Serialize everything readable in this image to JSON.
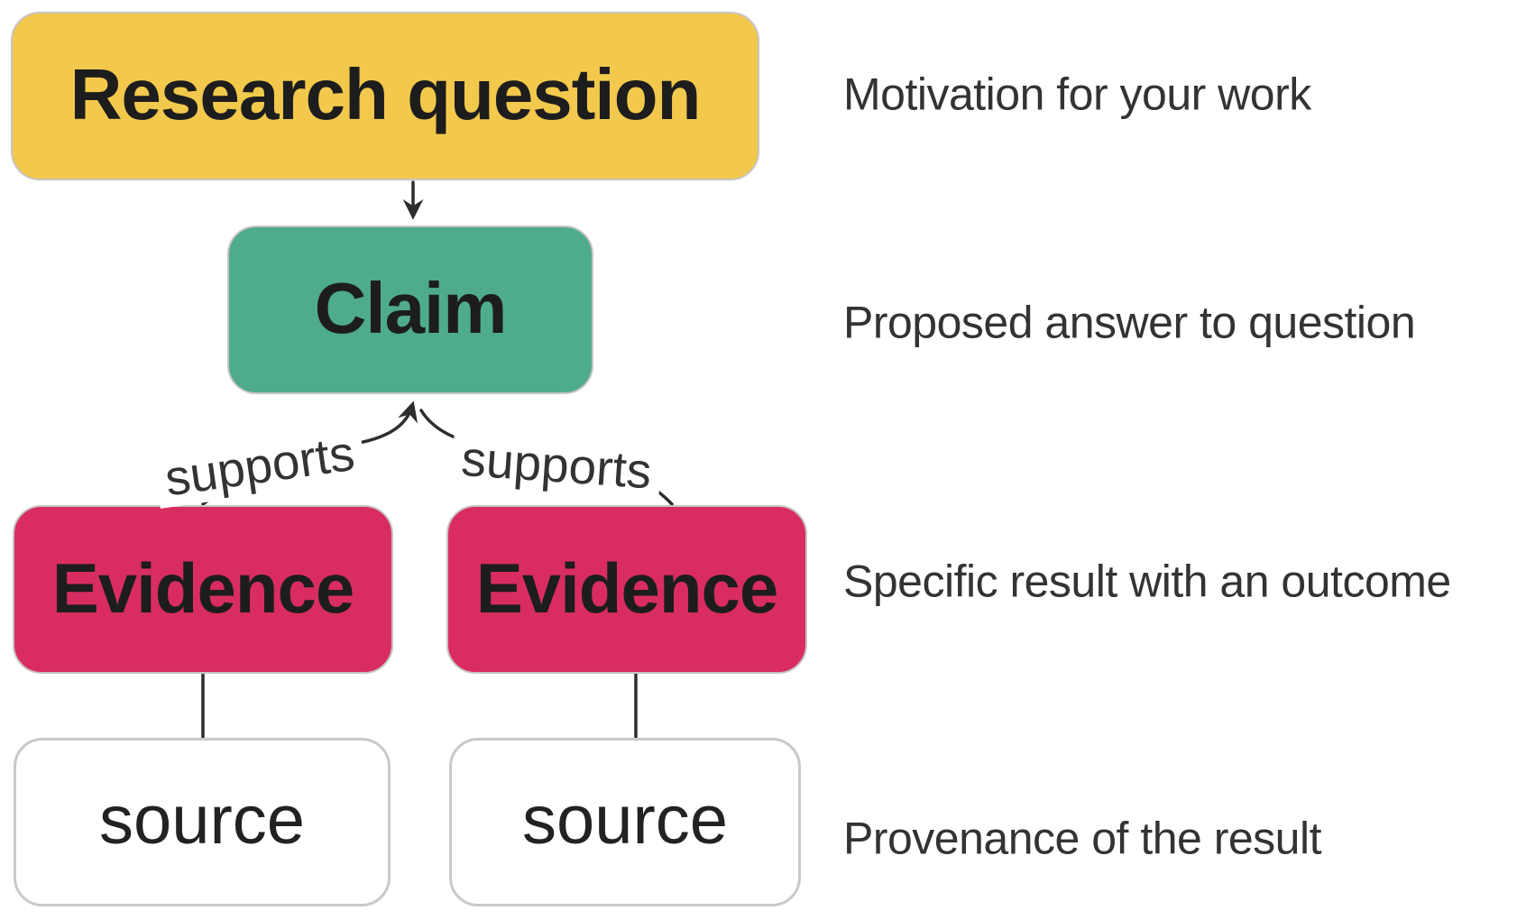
{
  "diagram": {
    "nodes": {
      "research_question": {
        "label": "Research question",
        "fill": "#F2C94C",
        "text_color": "#1d1d1d"
      },
      "claim": {
        "label": "Claim",
        "fill": "#4FAB8D",
        "text_color": "#1d1d1d"
      },
      "evidence_left": {
        "label": "Evidence",
        "fill": "#D92D61",
        "text_color": "#1f1f1f"
      },
      "evidence_right": {
        "label": "Evidence",
        "fill": "#D92D61",
        "text_color": "#1f1f1f"
      },
      "source_left": {
        "label": "source",
        "fill": "#FFFFFF",
        "text_color": "#222222"
      },
      "source_right": {
        "label": "source",
        "fill": "#FFFFFF",
        "text_color": "#222222"
      }
    },
    "edge_labels": {
      "supports_left": "supports",
      "supports_right": "supports"
    },
    "line_color": "#2d2d2d"
  },
  "annotations": [
    {
      "text": "Motivation for your work"
    },
    {
      "text": "Proposed answer to question"
    },
    {
      "text": "Specific result with an outcome"
    },
    {
      "text": "Provenance of the result"
    }
  ]
}
